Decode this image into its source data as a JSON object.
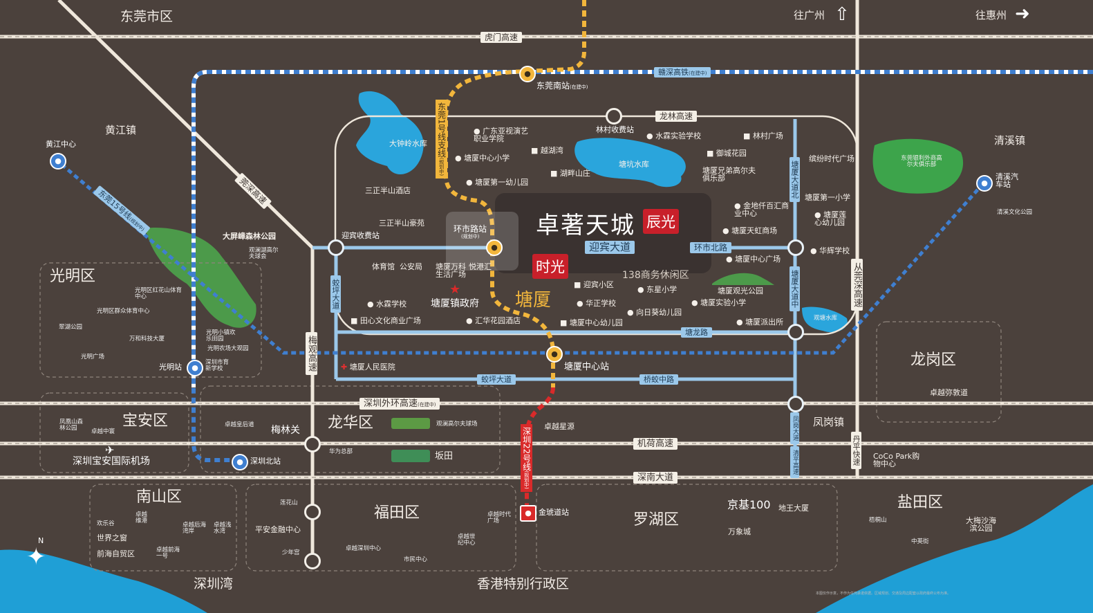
{
  "map": {
    "project": {
      "name": "卓著天城",
      "tag1": "辰光",
      "tag2": "时光"
    },
    "center_town": "塘厦",
    "business_area": "138商务休闲区",
    "regions": {
      "dongguan": "东莞市区",
      "huangjiang": "黄江镇",
      "qingxi": "清溪镇",
      "fenggang": "凤岗镇",
      "guangming": "光明区",
      "baoan": "宝安区",
      "longhua": "龙华区",
      "longgang": "龙岗区",
      "nanshan": "南山区",
      "futian": "福田区",
      "luohu": "罗湖区",
      "yantian": "盐田区",
      "shenzhen_bay": "深圳湾",
      "hongkong": "香港特别行政区"
    },
    "directions": {
      "guangzhou": "往广州",
      "huizhou": "往惠州"
    },
    "roads": {
      "humen": "虎门高速",
      "ganshen": "赣深高铁",
      "ganshen_note": "(在建中)",
      "longlin": "龙林高速",
      "yingbin": "迎宾大道",
      "huanshi": "环市北路",
      "guanlong": "莞深高速",
      "tangxia_north": "塘厦大道北",
      "tangxia_middle": "塘厦大道中",
      "jiaoping": "蛟坪大道",
      "meiguan": "梅观高速",
      "tanglong": "塘龙路",
      "jiaoping_road": "蛟坪大道",
      "qiaojiao": "桥蛟中路",
      "outer_ring": "深圳外环高速",
      "outer_ring_note": "(在建中)",
      "jihe": "机荷高速",
      "shennan": "深南大道",
      "congguan": "从莞深高速",
      "danping": "丹平快速",
      "fenggang_road": "凤岗大道",
      "qingping": "清平高速"
    },
    "lines": {
      "dg1": "东莞1号线支线",
      "dg1_note": "(规划中)",
      "dg15": "东莞15号线",
      "dg15_note": "(规划中)",
      "sz22": "深圳22号线",
      "sz22_note": "(规划中)"
    },
    "stations": {
      "dongguan_south": "东莞南站",
      "dongguan_south_note": "(在建中)",
      "huanshi": "环市路站",
      "huanshi_note": "(规划中)",
      "tangxia_center": "塘厦中心站",
      "huangjiang_center": "黄江中心",
      "qingxi_bus": "清溪汽车站",
      "guangming": "光明站",
      "shenzhen_north": "深圳北站",
      "jinhuadao": "金琥道站",
      "toll_lincun": "林村收费站",
      "toll_yingbin": "迎宾收费站"
    },
    "pois": {
      "p1": "广东亚视演艺职业学院",
      "p2": "塘厦中心小学",
      "p3": "越湖湾",
      "p4": "湖畔山庄",
      "p5": "塘厦第一幼儿园",
      "p6": "大钟岭水库",
      "p7": "三正半山酒店",
      "p8": "三正半山豪苑",
      "p9": "水霖实验学校",
      "p10": "林村广场",
      "p11": "御城花园",
      "p12": "塘坑水库",
      "p13": "塘厦兄弟高尔夫俱乐部",
      "p14": "缤纷时代广场",
      "p15": "塘厦第一小学",
      "p16": "塘厦莲心幼儿园",
      "p17": "金地仟百汇商业中心",
      "p18": "塘厦天虹商场",
      "p19": "华辉学校",
      "p20": "塘厦中心广场",
      "p21": "塘厦观光公园",
      "p22": "塘厦实验小学",
      "p23": "塘厦派出所",
      "p24": "迎宾小区",
      "p25": "东星小学",
      "p26": "华正学校",
      "p27": "向日葵幼儿园",
      "p28": "塘厦中心幼儿园",
      "p29": "体育馆",
      "p30": "公安局",
      "p31": "塘厦万科生活广场",
      "p32": "悦港汇",
      "p33": "塘厦镇政府",
      "p34": "水霖学校",
      "p35": "田心文化商业广场",
      "p36": "汇华花园酒店",
      "p37": "塘厦人民医院",
      "p38": "大屏嶂森林公园",
      "p39": "观澜湖高尔夫球会",
      "p40": "光明区红花山体育中心",
      "p41": "光明区群众体育中心",
      "p42": "翠湖公园",
      "p43": "万和科技大厦",
      "p44": "光明广场",
      "p45": "光明小镇欢乐田园",
      "p46": "光明农场大观园",
      "p47": "深圳市育新学校",
      "p48": "东莞银利外商高尔夫俱乐部",
      "p49": "清溪文化公园",
      "p50": "观塘水库",
      "p51": "卓越弥敦道",
      "p52": "凤凰山森林公园",
      "p53": "卓越中寰",
      "p54": "深圳宝安国际机场",
      "p55": "卓越皇后道",
      "p56": "梅林关",
      "p57": "观澜高尔夫球场",
      "p58": "华为总部",
      "p59": "坂田",
      "p60": "卓越星源",
      "p61": "CoCo Park购物中心",
      "p62": "欢乐谷",
      "p63": "卓越维港",
      "p64": "卓越后海湾岸",
      "p65": "卓越浅水湾",
      "p66": "世界之窗",
      "p67": "前海自贸区",
      "p68": "卓越前海一号",
      "p69": "莲花山",
      "p70": "平安金融中心",
      "p71": "少年宫",
      "p72": "卓越深圳中心",
      "p73": "市民中心",
      "p74": "卓越世纪中心",
      "p75": "卓越时代广场",
      "p76": "京基100",
      "p77": "地王大厦",
      "p78": "万象城",
      "p79": "梧桐山",
      "p80": "中英街",
      "p81": "大梅沙海滨公园"
    },
    "compass": "N",
    "disclaimer": "本图仅作示意，不作为任何承诺依据。区域规划、交通及周边配套以政府最终公布为准。"
  }
}
